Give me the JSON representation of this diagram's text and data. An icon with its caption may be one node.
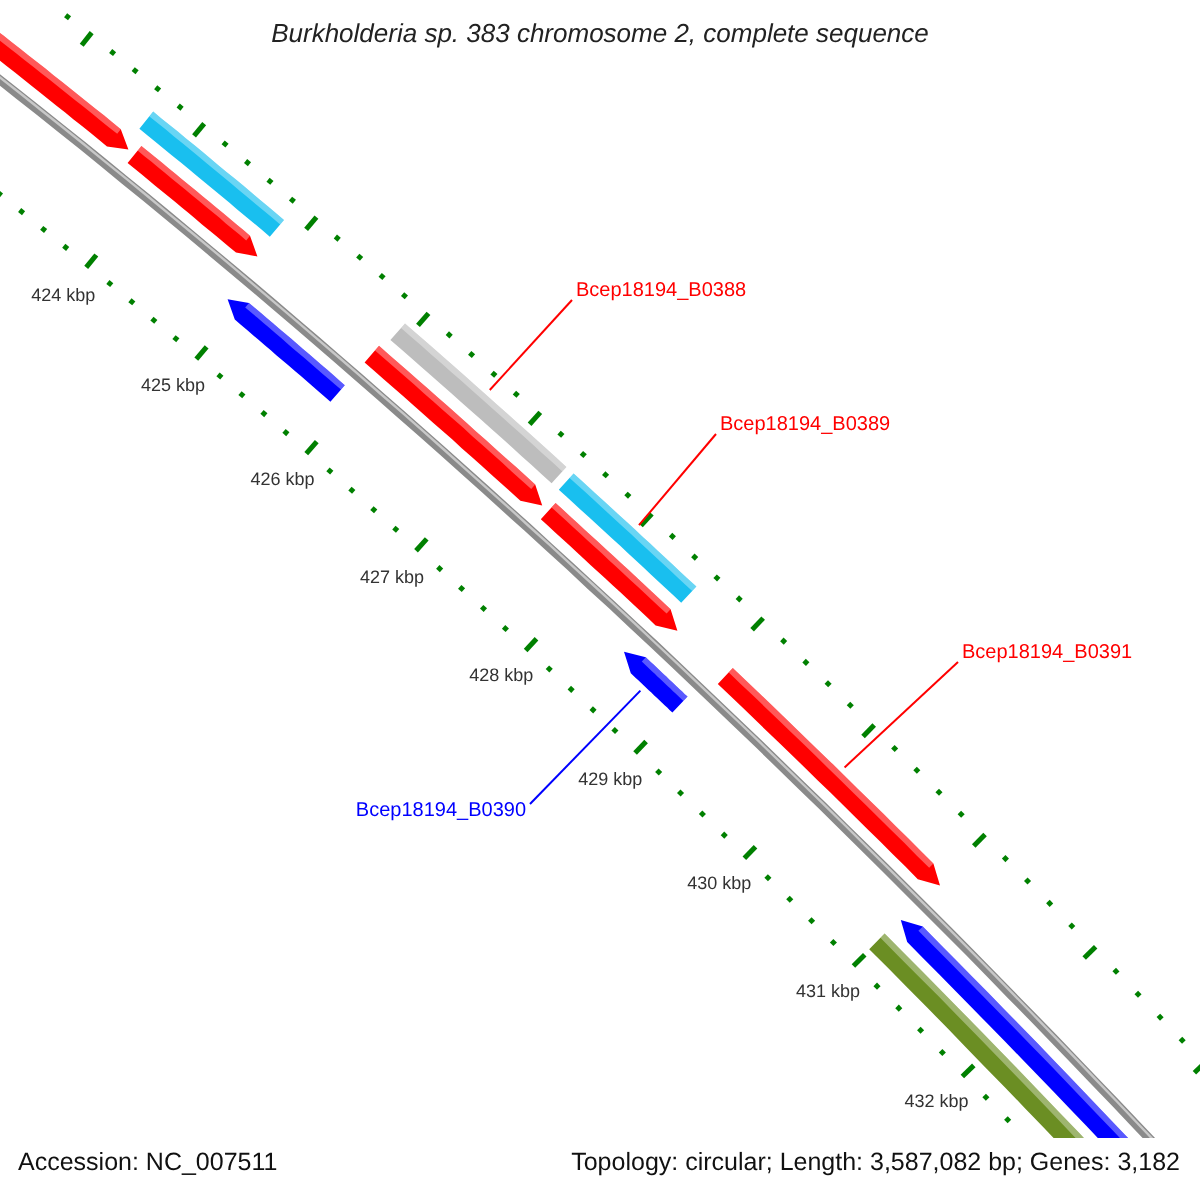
{
  "diagram": {
    "title": "Burkholderia sp. 383 chromosome 2, complete sequence",
    "nodes": [
      {
        "text": [],
        "shape": "arrow"
      },
      {
        "text": [],
        "shape": "bar"
      },
      {
        "text": [],
        "shape": "arrow"
      },
      {
        "text": [],
        "shape": "arrow"
      },
      {
        "text": [
          "Bcep18194_B0388"
        ]
      },
      {
        "text": [],
        "shape": "bar"
      },
      {
        "text": [],
        "shape": "arrow"
      },
      {
        "text": [
          "Bcep18194_B0389"
        ]
      },
      {
        "text": [],
        "shape": "bar"
      },
      {
        "text": [],
        "shape": "arrow"
      },
      {
        "text": [
          "Bcep18194_B0391"
        ]
      },
      {
        "text": [],
        "shape": "arrow"
      },
      {
        "text": [
          "Bcep18194_B0390"
        ]
      },
      {
        "text": [],
        "shape": "arrow"
      },
      {
        "text": [],
        "shape": "arrow"
      },
      {
        "text": [],
        "shape": "bar"
      }
    ],
    "edges": [
      {
        "from": 4,
        "to": 5,
        "arrow": "none"
      },
      {
        "from": 7,
        "to": 8,
        "arrow": "none"
      },
      {
        "from": 10,
        "to": 13,
        "arrow": "none"
      },
      {
        "from": 12,
        "to": 11,
        "arrow": "none",
        "color": "#0000ff"
      }
    ],
    "labels": [
      "424 kbp",
      "425 kbp",
      "426 kbp",
      "427 kbp",
      "428 kbp",
      "429 kbp",
      "430 kbp",
      "431 kbp",
      "432 kbp",
      "Accession: NC_007511",
      "Topology: circular; Length: 3,587,082 bp; Genes: 3,182"
    ]
  }
}
